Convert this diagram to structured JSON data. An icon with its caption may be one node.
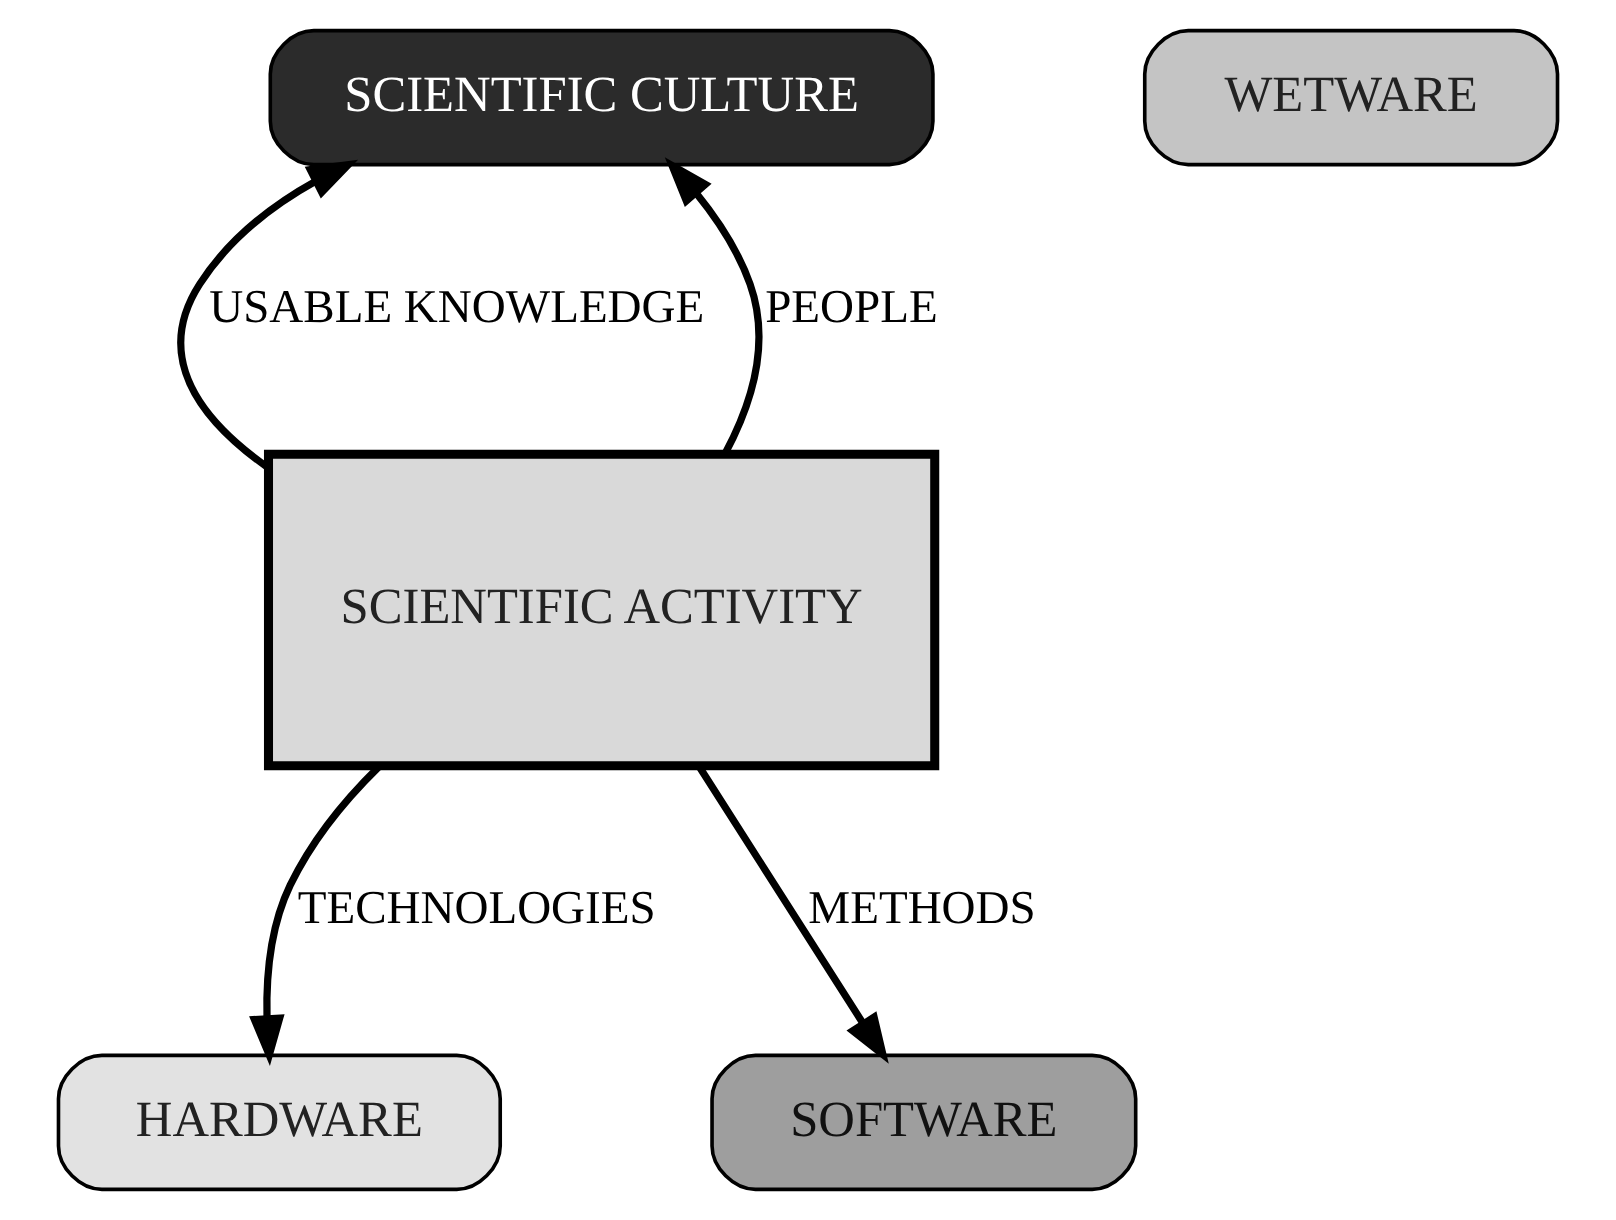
{
  "diagram": {
    "nodes": [
      {
        "text": [
          "SCIENTIFIC CULTURE"
        ]
      },
      {
        "text": [
          "WETWARE"
        ]
      },
      {
        "text": [
          "SCIENTIFIC ACTIVITY"
        ]
      },
      {
        "text": [
          "HARDWARE"
        ]
      },
      {
        "text": [
          "SOFTWARE"
        ]
      }
    ],
    "edges": [
      {
        "from": 2,
        "to": 0,
        "arrow": "to",
        "label": "USABLE KNOWLEDGE"
      },
      {
        "from": 2,
        "to": 0,
        "arrow": "to",
        "label": "PEOPLE"
      },
      {
        "from": 2,
        "to": 3,
        "arrow": "to",
        "label": "TECHNOLOGIES"
      },
      {
        "from": 2,
        "to": 4,
        "arrow": "to",
        "label": "METHODS"
      }
    ]
  }
}
